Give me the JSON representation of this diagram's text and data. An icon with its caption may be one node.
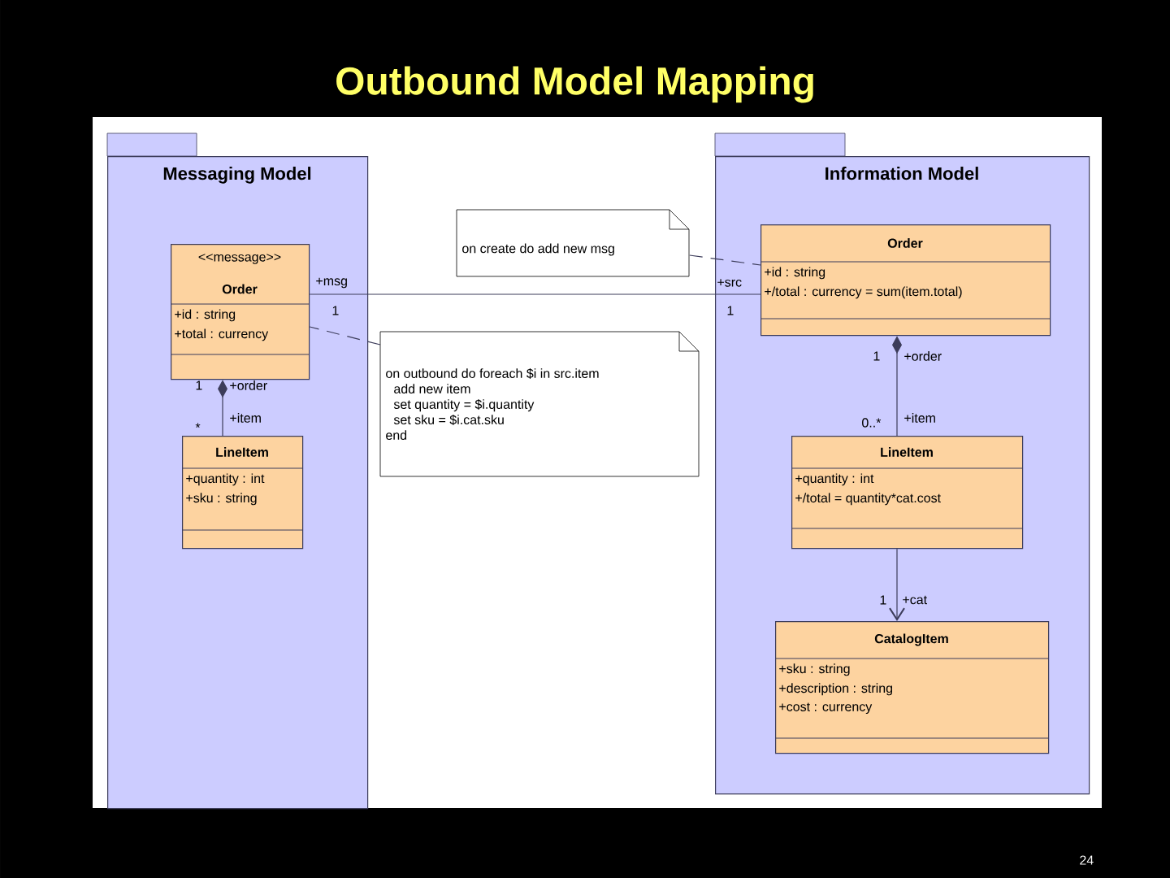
{
  "diagram": {
    "title": "Outbound Model Mapping",
    "nodes": [
      {
        "text": [
          "Messaging Model"
        ]
      },
      {
        "text": [
          "<<message>>",
          "Order",
          "+id : string",
          "+total : currency"
        ],
        "in": 0
      },
      {
        "text": [
          "LineItem",
          "+quantity : int",
          "+sku : string"
        ],
        "in": 0
      },
      {
        "text": [
          "Information Model"
        ]
      },
      {
        "text": [
          "Order",
          "+id : string",
          "+/total : currency = sum(item.total)"
        ],
        "in": 3
      },
      {
        "text": [
          "LineItem",
          "+quantity : int",
          "+/total = quantity*cat.cost"
        ],
        "in": 3
      },
      {
        "text": [
          "CatalogItem",
          "+sku : string",
          "+description : string",
          "+cost : currency"
        ],
        "in": 3
      },
      {
        "text": [
          "on create do add new msg"
        ]
      },
      {
        "text": [
          "on outbound do foreach $i in src.item",
          "add new item",
          "set quantity = $i.quantity",
          "set sku = $i.cat.sku",
          "end"
        ]
      }
    ],
    "edges": [
      {
        "from": 1,
        "to": 4,
        "arrow": "none"
      },
      {
        "from": 1,
        "to": 2,
        "arrow": "other"
      },
      {
        "from": 4,
        "to": 5,
        "arrow": "other"
      },
      {
        "from": 5,
        "to": 6,
        "arrow": "to"
      },
      {
        "from": 7,
        "to": 4,
        "arrow": "none",
        "style": "dashed"
      },
      {
        "from": 8,
        "to": 1,
        "arrow": "none",
        "style": "dashed"
      }
    ],
    "labels": [
      "+msg",
      "1",
      "+src",
      "1",
      "1",
      "+order",
      "*",
      "+item",
      "1",
      "+order",
      "0..*",
      "+item",
      "1",
      "+cat",
      "24"
    ]
  }
}
